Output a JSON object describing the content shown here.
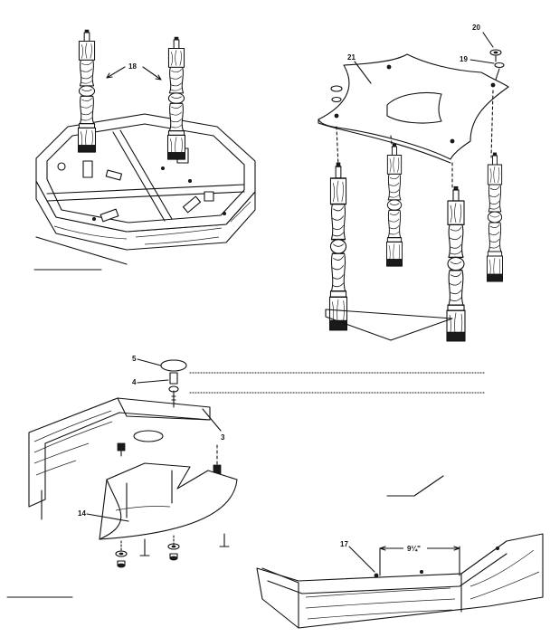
{
  "callouts": {
    "leg_top": "18",
    "screw_top": "20",
    "washer_top": "19",
    "top_plate": "21",
    "cap_5": "5",
    "bolt_4": "4",
    "bolt_3": "3",
    "bracket_14": "14",
    "hole_17": "17",
    "dimension": "9¼\""
  }
}
